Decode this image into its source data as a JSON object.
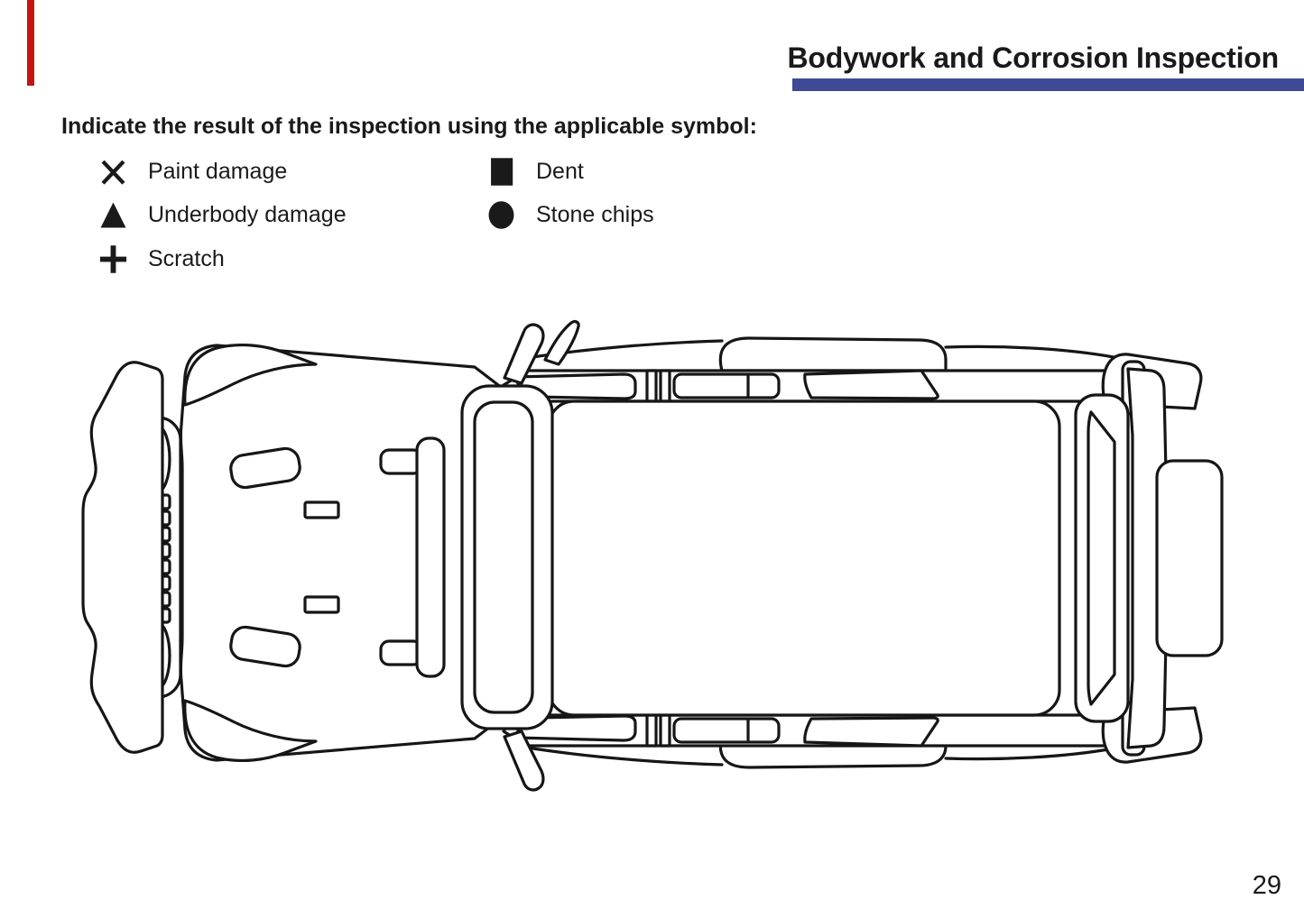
{
  "page": {
    "background": "#ffffff",
    "number": "29"
  },
  "edge_tab_color": "#c41414",
  "header": {
    "title": "Bodywork and Corrosion Inspection",
    "underline_color": "#3f4a96"
  },
  "instruction": "Indicate the result of the inspection using the applicable symbol:",
  "legend": {
    "columns": [
      {
        "items": [
          {
            "symbol": "x-mark",
            "label": "Paint damage"
          },
          {
            "symbol": "triangle",
            "label": "Underbody damage"
          },
          {
            "symbol": "plus",
            "label": "Scratch"
          }
        ]
      },
      {
        "items": [
          {
            "symbol": "square",
            "label": "Dent"
          },
          {
            "symbol": "circle",
            "label": "Stone chips"
          }
        ]
      }
    ]
  }
}
